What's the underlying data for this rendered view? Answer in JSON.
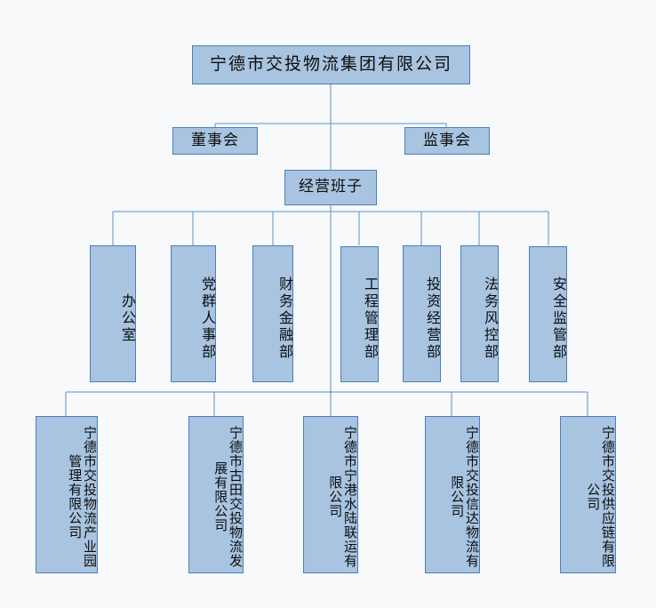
{
  "chart": {
    "type": "org-chart",
    "background_color": "#f8f9fa",
    "node_fill_color": "#a8c4e0",
    "node_border_color": "#4a7ebb",
    "connector_color": "#5b8fc9",
    "text_color": "#0d0d0d",
    "root": {
      "label": "宁德市交投物流集团有限公司"
    },
    "governance": [
      {
        "label": "董事会"
      },
      {
        "label": "监事会"
      }
    ],
    "management": {
      "label": "经营班子"
    },
    "departments": [
      {
        "label": "办公室"
      },
      {
        "label": "党群人事部"
      },
      {
        "label": "财务金融部"
      },
      {
        "label": "工程管理部"
      },
      {
        "label": "投资经营部"
      },
      {
        "label": "法务风控部"
      },
      {
        "label": "安全监管部"
      }
    ],
    "subsidiaries": [
      {
        "label": "宁德市交投物流产业园管理有限公司"
      },
      {
        "label": "宁德市古田交投物流发展有限公司"
      },
      {
        "label": "宁德市宁港水陆联运有限公司"
      },
      {
        "label": "宁德市交投信达物流有限公司"
      },
      {
        "label": "宁德市交投供应链有限公司"
      }
    ]
  }
}
